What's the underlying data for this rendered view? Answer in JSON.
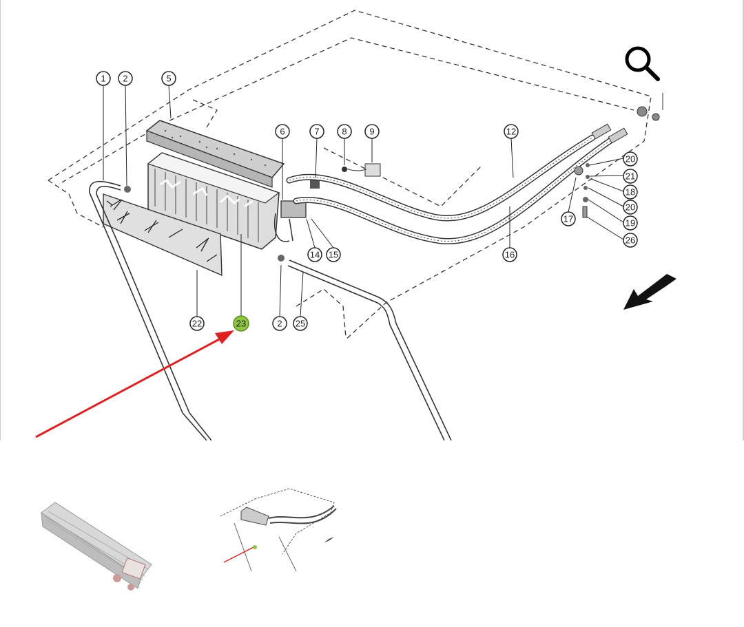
{
  "viewer": {
    "search_icon": "magnifier-icon",
    "direction_arrow_icon": "arrow-down-left-icon",
    "highlight_color": "#8dc63f",
    "pointer_arrow_color": "#e02020"
  },
  "diagram": {
    "callouts": [
      {
        "id": "c1",
        "label": "1"
      },
      {
        "id": "c2a",
        "label": "2"
      },
      {
        "id": "c5",
        "label": "5"
      },
      {
        "id": "c6",
        "label": "6"
      },
      {
        "id": "c7",
        "label": "7"
      },
      {
        "id": "c8",
        "label": "8"
      },
      {
        "id": "c9",
        "label": "9"
      },
      {
        "id": "c12",
        "label": "12"
      },
      {
        "id": "c14",
        "label": "14"
      },
      {
        "id": "c15",
        "label": "15"
      },
      {
        "id": "c16",
        "label": "16"
      },
      {
        "id": "c17",
        "label": "17"
      },
      {
        "id": "c18",
        "label": "18"
      },
      {
        "id": "c19",
        "label": "19"
      },
      {
        "id": "c20a",
        "label": "20"
      },
      {
        "id": "c20b",
        "label": "20"
      },
      {
        "id": "c21",
        "label": "21"
      },
      {
        "id": "c22",
        "label": "22"
      },
      {
        "id": "c23",
        "label": "23",
        "highlighted": true
      },
      {
        "id": "c2b",
        "label": "2"
      },
      {
        "id": "c25",
        "label": "25"
      },
      {
        "id": "c26",
        "label": "26"
      }
    ]
  },
  "thumbnails": [
    {
      "name": "evaporator-photo-thumbnail"
    },
    {
      "name": "diagram-thumbnail"
    }
  ]
}
